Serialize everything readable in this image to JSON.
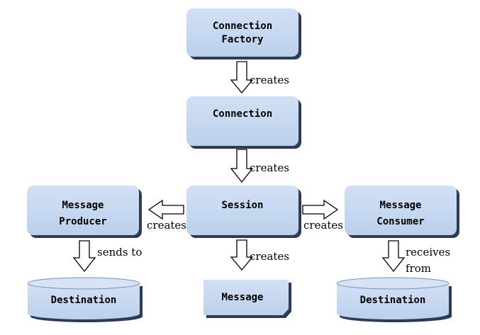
{
  "colors": {
    "box_fill": "#c6d7f0",
    "box_shadow": "#2f3b55",
    "arrow_stroke": "#000000",
    "arrow_fill": "#ffffff"
  },
  "nodes": {
    "connection_factory": {
      "line1": "Connection",
      "line2": "Factory"
    },
    "connection": {
      "label": "Connection"
    },
    "session": {
      "label": "Session"
    },
    "message_producer": {
      "line1": "Message",
      "line2": "Producer"
    },
    "message_consumer": {
      "line1": "Message",
      "line2": "Consumer"
    },
    "destination_left": {
      "label": "Destination"
    },
    "message": {
      "label": "Message"
    },
    "destination_right": {
      "label": "Destination"
    }
  },
  "edges": {
    "factory_to_connection": {
      "label": "creates"
    },
    "connection_to_session": {
      "label": "creates"
    },
    "session_to_producer": {
      "label": "creates"
    },
    "session_to_consumer": {
      "label": "creates"
    },
    "session_to_message": {
      "label": "creates"
    },
    "producer_to_destination": {
      "label": "sends to"
    },
    "consumer_to_destination": {
      "line1": "receives",
      "line2": "from"
    }
  }
}
